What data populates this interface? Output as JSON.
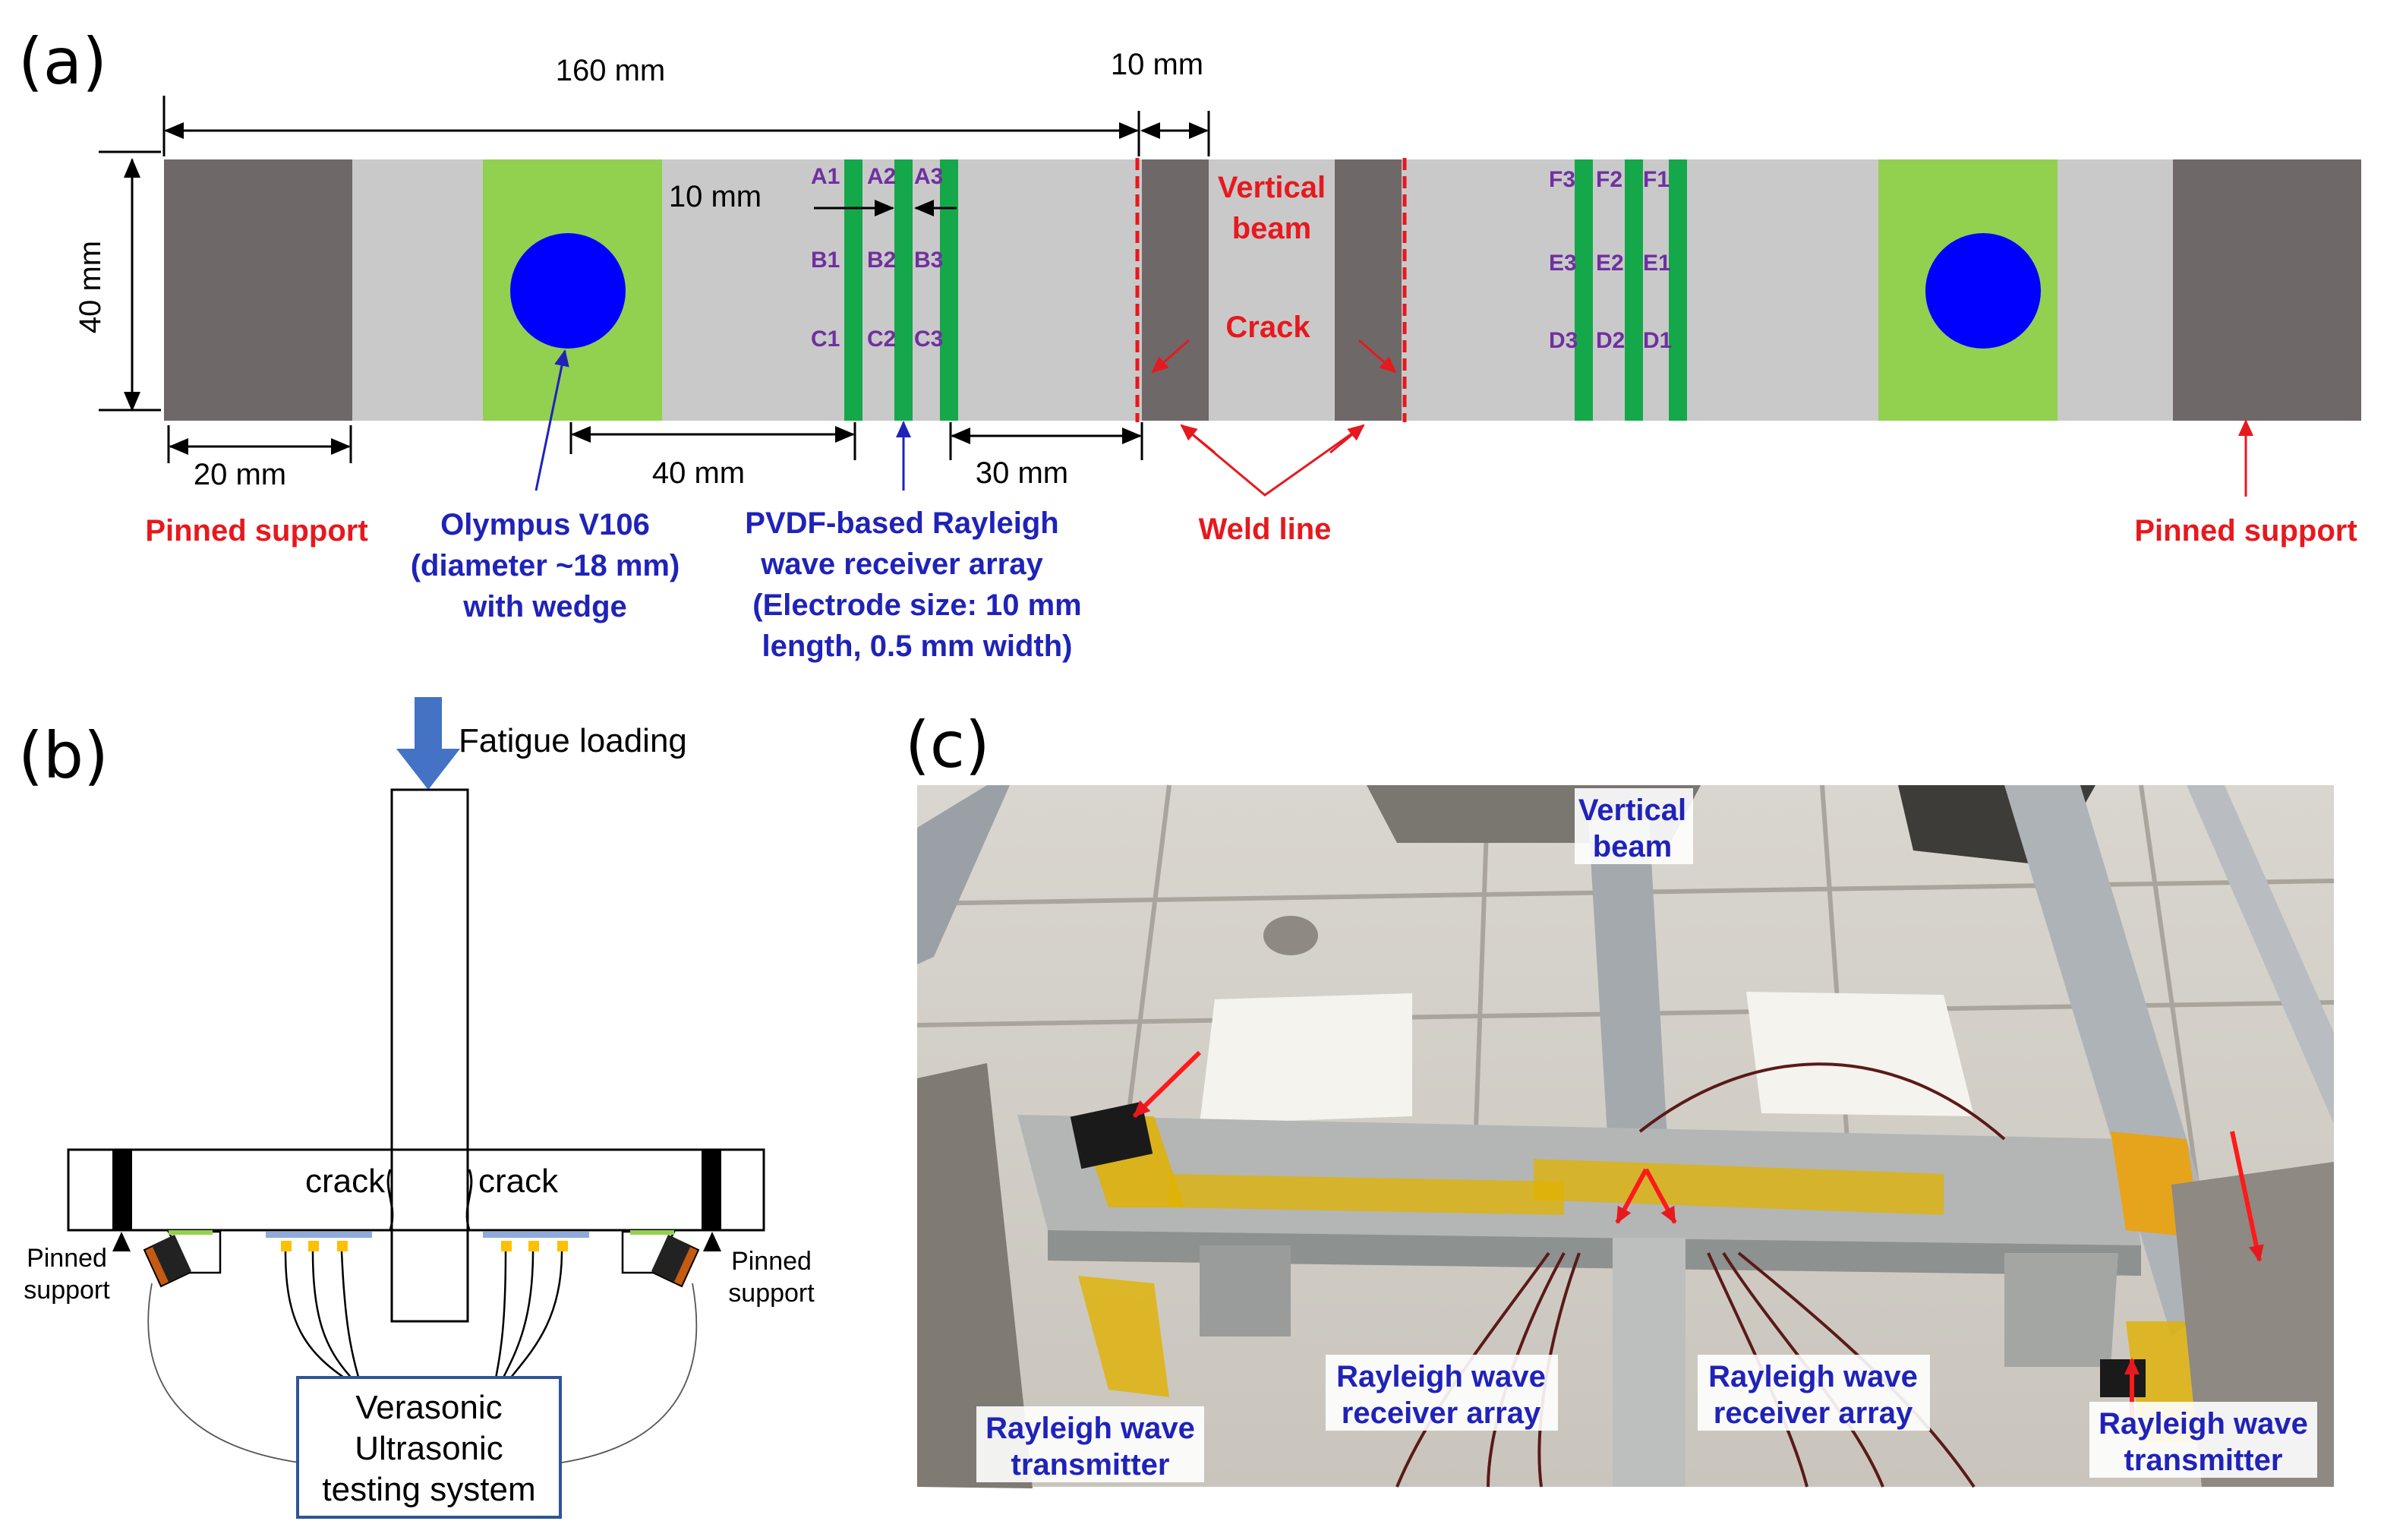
{
  "panels": {
    "a": {
      "label": "(a)",
      "dimensions": {
        "total_length": "160 mm",
        "gap": "10 mm",
        "width": "40 mm",
        "electrode_spacing": "10 mm",
        "support_length": "20 mm",
        "transducer_distance": "40 mm",
        "array_to_weld": "30 mm"
      },
      "electrodes_left": {
        "row1": [
          "A1",
          "A2",
          "A3"
        ],
        "row2": [
          "B1",
          "B2",
          "B3"
        ],
        "row3": [
          "C1",
          "C2",
          "C3"
        ]
      },
      "electrodes_right": {
        "row1": [
          "F3",
          "F2",
          "F1"
        ],
        "row2": [
          "E3",
          "E2",
          "E1"
        ],
        "row3": [
          "D3",
          "D2",
          "D1"
        ]
      },
      "labels": {
        "vertical_beam_line1": "Vertical",
        "vertical_beam_line2": "beam",
        "crack": "Crack",
        "weld_line": "Weld line",
        "pinned_support_left": "Pinned support",
        "pinned_support_right": "Pinned support",
        "transducer": [
          "Olympus V106",
          "(diameter ~18 mm)",
          "with wedge"
        ],
        "receiver_array": [
          "PVDF-based Rayleigh",
          "wave receiver array",
          "(Electrode size: 10 mm",
          "length, 0.5 mm width)"
        ]
      },
      "colors": {
        "beam": "#c9c9c9",
        "support": "#6e6869",
        "transducer_pad": "#92d050",
        "transducer": "#0000ff",
        "electrode": "#15a84a",
        "electrode_label": "#7030a0",
        "annotation_red": "#e6191e",
        "annotation_blue": "#1f23b8"
      }
    },
    "b": {
      "label": "(b)",
      "fatigue_loading": "Fatigue loading",
      "crack_left": "crack",
      "crack_right": "crack",
      "pinned_left": [
        "Pinned",
        "support"
      ],
      "pinned_right": [
        "Pinned",
        "support"
      ],
      "system": [
        "Verasonic",
        "Ultrasonic",
        "testing system"
      ]
    },
    "c": {
      "label": "(c)",
      "photo_labels": {
        "vertical_beam": [
          "Vertical",
          "beam"
        ],
        "receiver_left": [
          "Rayleigh wave",
          "receiver array"
        ],
        "receiver_right": [
          "Rayleigh wave",
          "receiver array"
        ],
        "transmitter_left": [
          "Rayleigh wave",
          "transmitter"
        ],
        "transmitter_right": [
          "Rayleigh wave",
          "transmitter"
        ]
      }
    }
  }
}
